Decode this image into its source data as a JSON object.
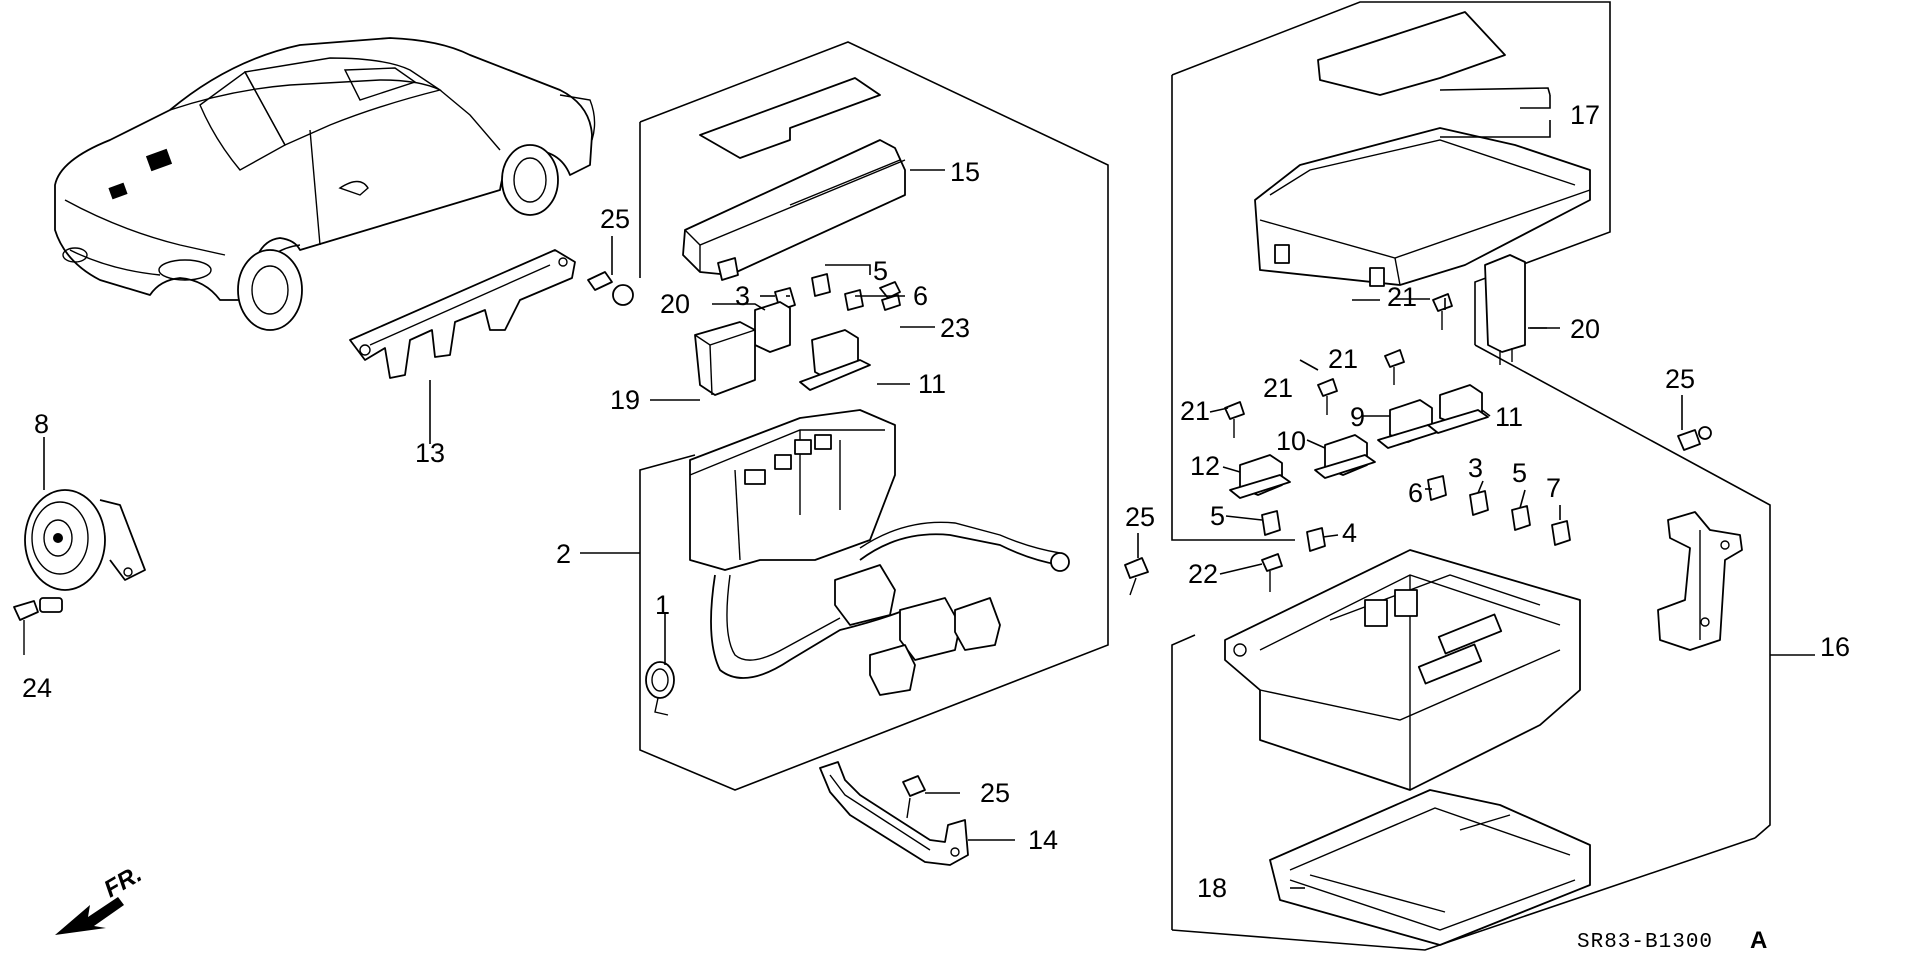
{
  "callouts": {
    "c1": "1",
    "c2": "2",
    "c3a": "3",
    "c3b": "3",
    "c4": "4",
    "c5a": "5",
    "c5b": "5",
    "c5c": "5",
    "c6a": "6",
    "c6b": "6",
    "c7": "7",
    "c8": "8",
    "c9": "9",
    "c10": "10",
    "c11a": "11",
    "c11b": "11",
    "c12": "12",
    "c13": "13",
    "c14": "14",
    "c15": "15",
    "c16": "16",
    "c17": "17",
    "c18": "18",
    "c19": "19",
    "c20a": "20",
    "c20b": "20",
    "c21a": "21",
    "c21b": "21",
    "c21c": "21",
    "c21d": "21",
    "c22": "22",
    "c23": "23",
    "c24": "24",
    "c25a": "25",
    "c25b": "25",
    "c25c": "25",
    "c25d": "25"
  },
  "front_indicator": "FR.",
  "diagram_code": "SR83-B1300",
  "diagram_code_suffix": "A"
}
